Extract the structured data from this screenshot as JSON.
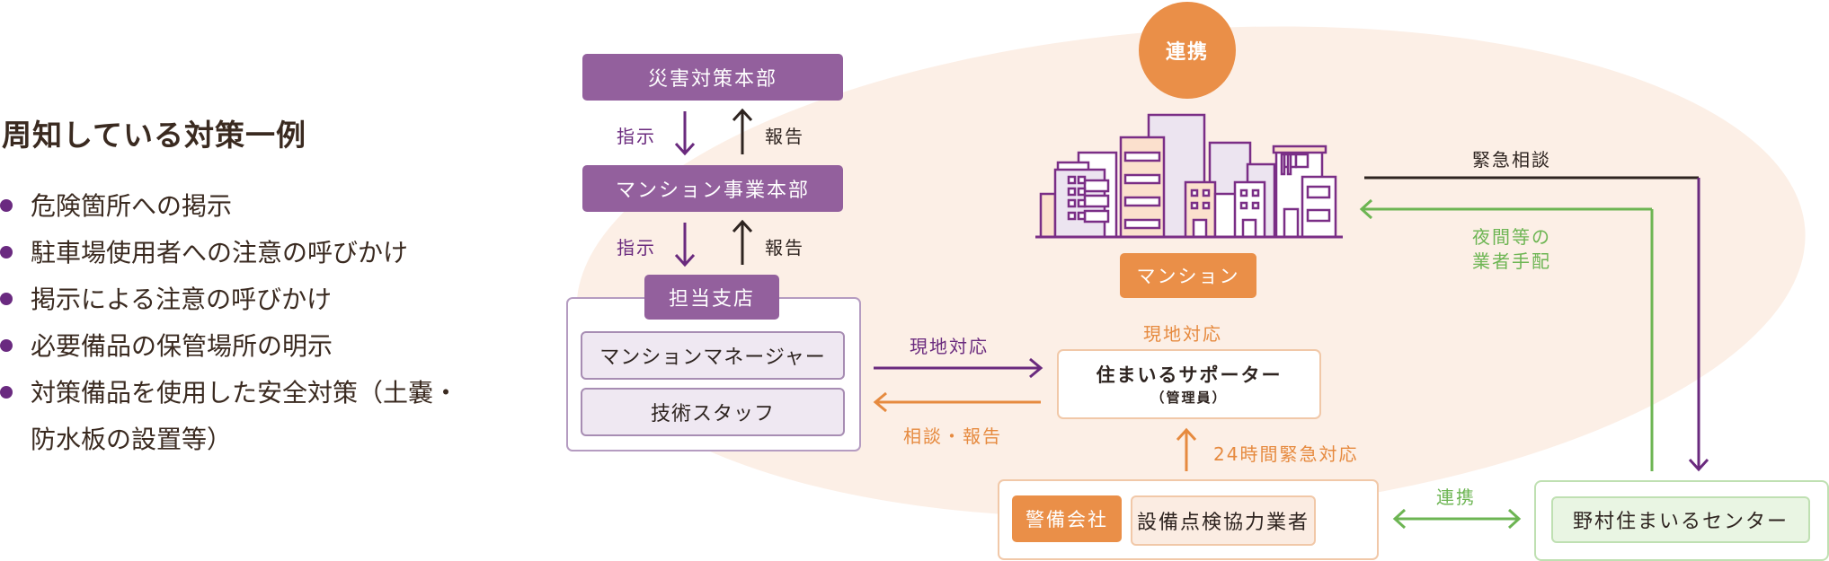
{
  "left_panel": {
    "title": "周知している対策一例",
    "items": [
      "危険箇所への掲示",
      "駐車場使用者への注意の呼びかけ",
      "掲示による注意の呼びかけ",
      "必要備品の保管場所の明示",
      "対策備品を使用した安全対策（土嚢・"
    ],
    "item5_continuation": "防水板の設置等）"
  },
  "hierarchy": {
    "hq": "災害対策本部",
    "division": "マンション事業本部",
    "branch": "担当支店",
    "instruct_label": "指示",
    "report_label": "報告",
    "branch_members": [
      "マンションマネージャー",
      "技術スタッフ"
    ]
  },
  "center": {
    "collab_circle": "連携",
    "mansion_label": "マンション",
    "onsite_label": "現地対応",
    "supporter_title": "住まいるサポーター",
    "supporter_sub": "（管理員）",
    "emergency_24h": "24時間緊急対応"
  },
  "flows": {
    "branch_to_supporter": "現地対応",
    "supporter_to_branch": "相談・報告",
    "urgent_consult": "緊急相談",
    "night_arrangement": [
      "夜間等の",
      "業者手配"
    ],
    "partner_collab": "連携"
  },
  "partners": {
    "security": "警備会社",
    "inspection": "設備点検協力業者"
  },
  "center_right": {
    "nomura_center": "野村住まいるセンター"
  },
  "colors": {
    "purple_box": "#93609d",
    "purple_arrow": "#6a2a7e",
    "orange": "#ea8f48",
    "green": "#6db553",
    "dark": "#2e2420",
    "ellipse": "#fcefe6"
  }
}
